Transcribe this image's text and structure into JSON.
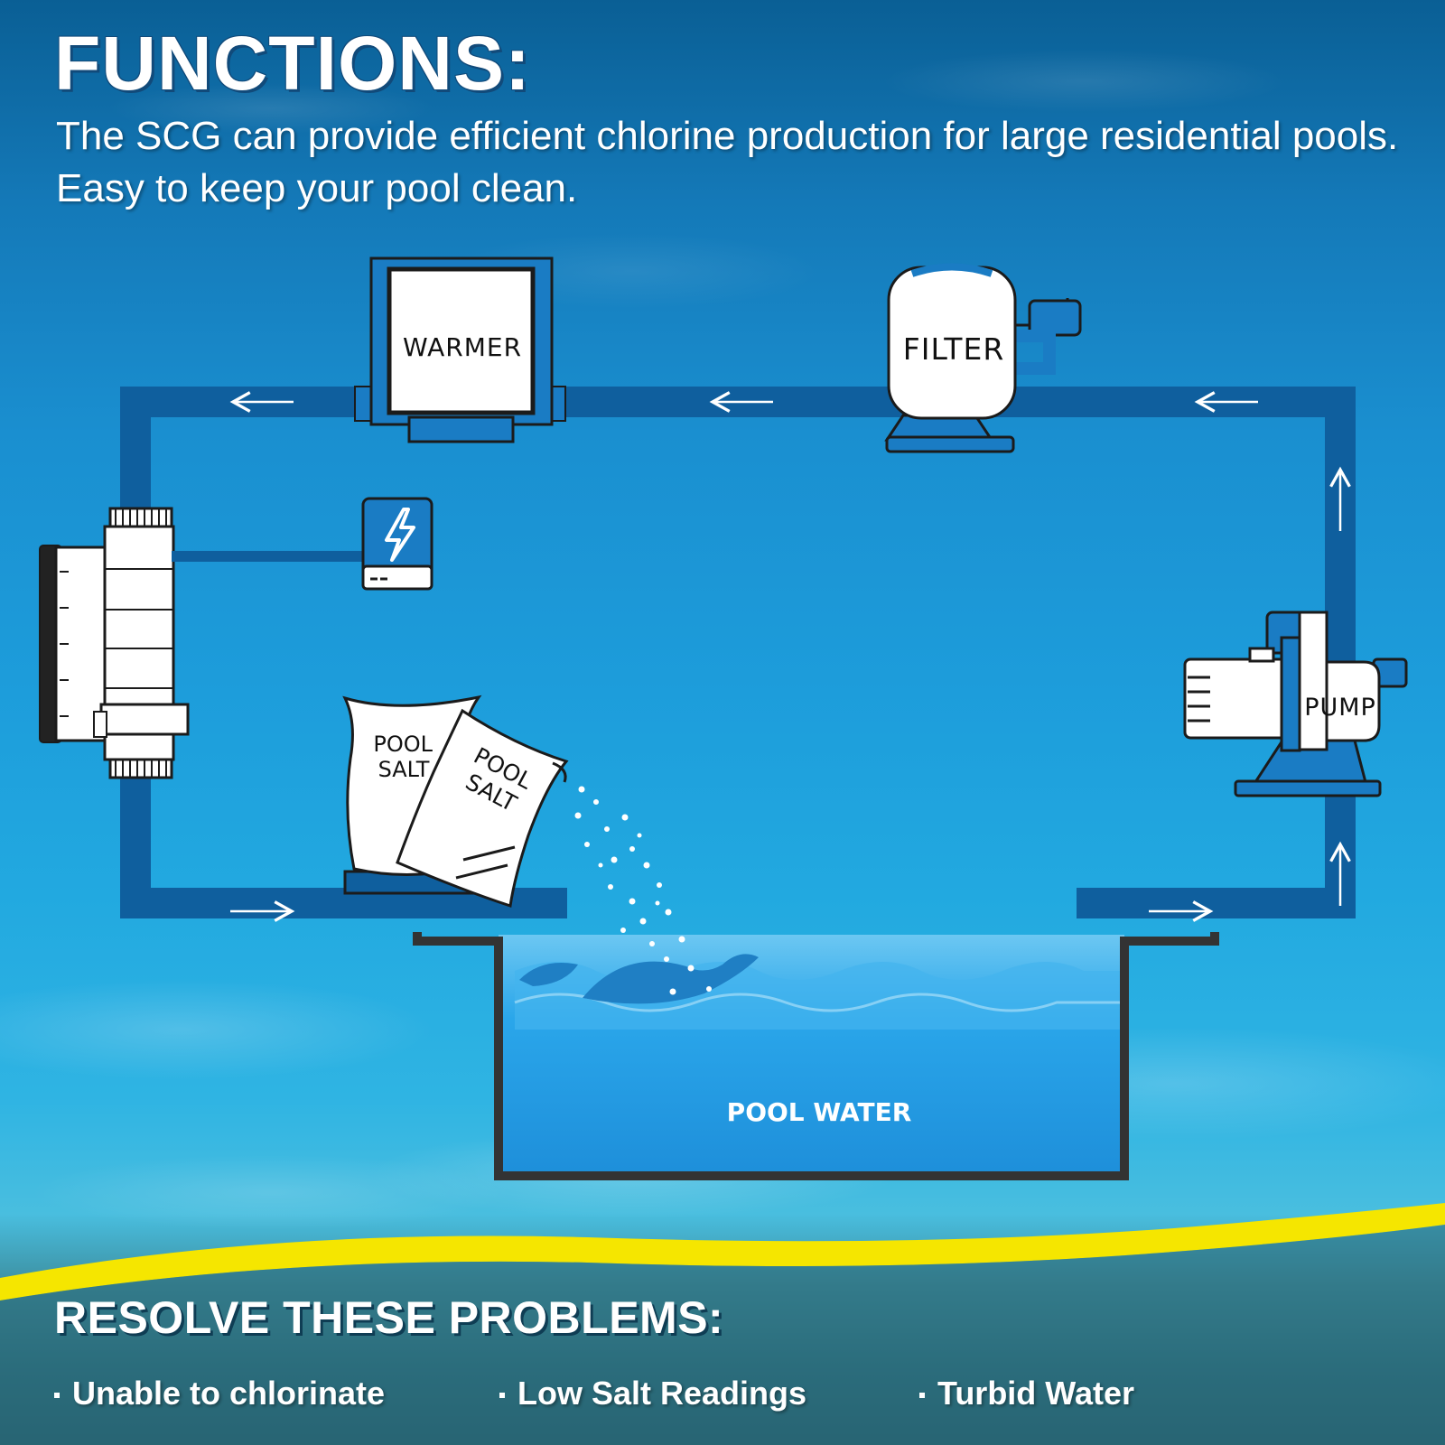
{
  "header": {
    "title": "FUNCTIONS:",
    "subtitle": "The SCG can provide efficient chlorine production for large residential pools. Easy to keep your pool clean."
  },
  "diagram": {
    "components": {
      "warmer": "WARMER",
      "filter": "FILTER",
      "pump": "PUMP",
      "pool_water": "POOL WATER",
      "salt_bag_back": [
        "POOL",
        "SALT"
      ],
      "salt_bag_front": [
        "POOL",
        "SALT"
      ]
    },
    "icons": [
      "salt-chlorine-generator-icon",
      "power-supply-icon",
      "lightning-bolt-icon",
      "pump-icon",
      "filter-tank-icon",
      "warmer-icon",
      "salt-bag-icon",
      "flow-arrow-icon"
    ],
    "colors": {
      "pipe": "#0f5f9e",
      "pipe_light": "#1a7cc4",
      "component_fill": "#ffffff",
      "outline": "#1b1b1b",
      "pool_water": "#2196e0",
      "accent_yellow": "#f5e600"
    }
  },
  "problems": {
    "title": "RESOLVE THESE PROBLEMS:",
    "items": [
      "Unable to chlorinate",
      "Low Salt Readings",
      "Turbid Water"
    ]
  }
}
